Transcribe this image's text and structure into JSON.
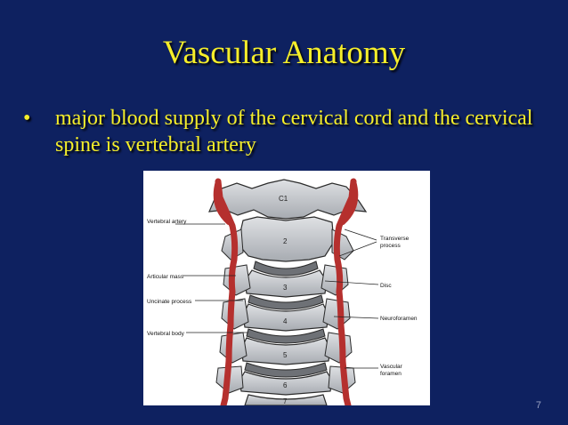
{
  "slide": {
    "title": "Vascular Anatomy",
    "bullets": [
      {
        "marker": "•",
        "text": "major blood supply of the cervical cord and the cervical spine is vertebral artery"
      }
    ],
    "page_number": "7"
  },
  "figure": {
    "vertebra_labels": [
      "C1",
      "2",
      "3",
      "4",
      "5",
      "6",
      "7"
    ],
    "left_labels": {
      "vertebral_artery": "Vertebral artery",
      "articular_mass": "Articular mass",
      "uncinate_process": "Uncinate process",
      "vertebral_body": "Vertebral body"
    },
    "right_labels": {
      "transverse_line1": "Transverse",
      "transverse_line2": "process",
      "disc": "Disc",
      "neuroforamen": "Neuroforamen",
      "vascular_line1": "Vascular",
      "vascular_line2": "foramen"
    },
    "colors": {
      "artery": "#b5302e",
      "bone": "#c9ccd0",
      "bone_outline": "#2b2b2b",
      "disc": "#6e7176"
    }
  }
}
